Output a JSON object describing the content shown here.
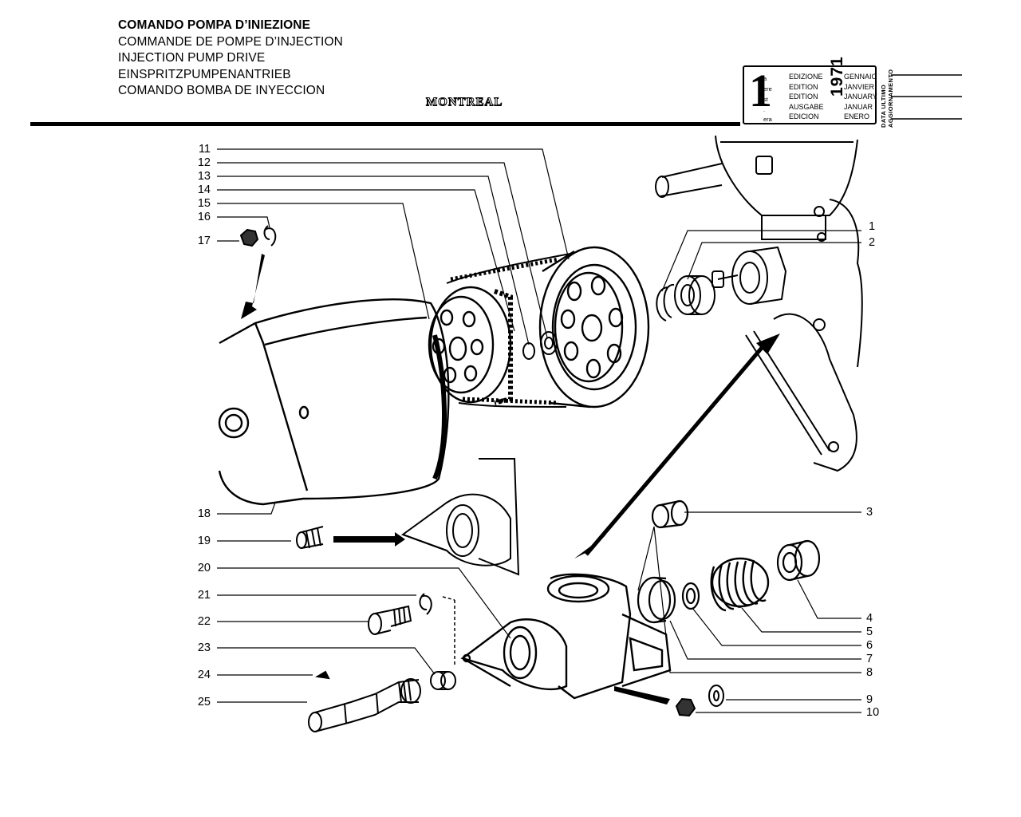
{
  "titles": [
    "COMANDO POMPA D’INIEZIONE",
    "COMMANDE DE POMPE D’INJECTION",
    "INJECTION PUMP DRIVE",
    "EINSPRITZPUMPENANTRIEB",
    "COMANDO BOMBA DE INYECCION"
  ],
  "brand": "MONTREAL",
  "edition": {
    "number": "1",
    "suffixes": [
      "a",
      "ere",
      "st",
      ".",
      "era"
    ],
    "words": [
      "EDIZIONE",
      "EDITION",
      "EDITION",
      "AUSGABE",
      "EDICION"
    ],
    "months": [
      "GENNAIO",
      "JANVIER",
      "JANUARY",
      "JANUAR",
      "ENERO"
    ],
    "year": "1971"
  },
  "update_label": [
    "DATA ULTIMO",
    "AGGIORNAMENTO"
  ],
  "callouts_left": [
    "11",
    "12",
    "13",
    "14",
    "15",
    "16",
    "17",
    "18",
    "19",
    "20",
    "21",
    "22",
    "23",
    "24",
    "25"
  ],
  "callouts_right": [
    "1",
    "2",
    "3",
    "4",
    "5",
    "6",
    "7",
    "8",
    "9",
    "10"
  ],
  "colors": {
    "ink": "#000000",
    "paper": "#ffffff",
    "shade": "#2a2a2a"
  }
}
